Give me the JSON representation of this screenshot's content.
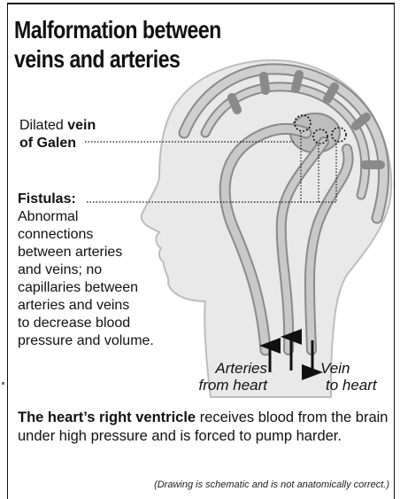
{
  "title": {
    "line1": "Malformation between",
    "line2": "veins and arteries"
  },
  "vein_label": {
    "prefix": "Dilated ",
    "bold1": "vein",
    "bold2": "of Galen"
  },
  "fistulas": {
    "heading": "Fistulas:",
    "lines": [
      "Abnormal",
      "connections",
      "between arteries",
      "and veins; no",
      "capillaries between",
      "arteries and veins",
      "to decrease blood",
      "pressure and volume."
    ]
  },
  "flow_labels": {
    "arteries_line1": "Arteries",
    "arteries_line2": "from heart",
    "vein_line1": "Vein",
    "vein_line2": "to heart"
  },
  "footer": {
    "bold": "The heart’s right ventricle",
    "text": " receives blood from the brain under high pressure and is forced to pump harder."
  },
  "note": "(Drawing is schematic and is not anatomically correct.)",
  "colors": {
    "head_fill": "#e9e9e9",
    "vessel_fill": "#c4c4c4",
    "vessel_stroke": "#7f7f7f",
    "text": "#111111"
  }
}
